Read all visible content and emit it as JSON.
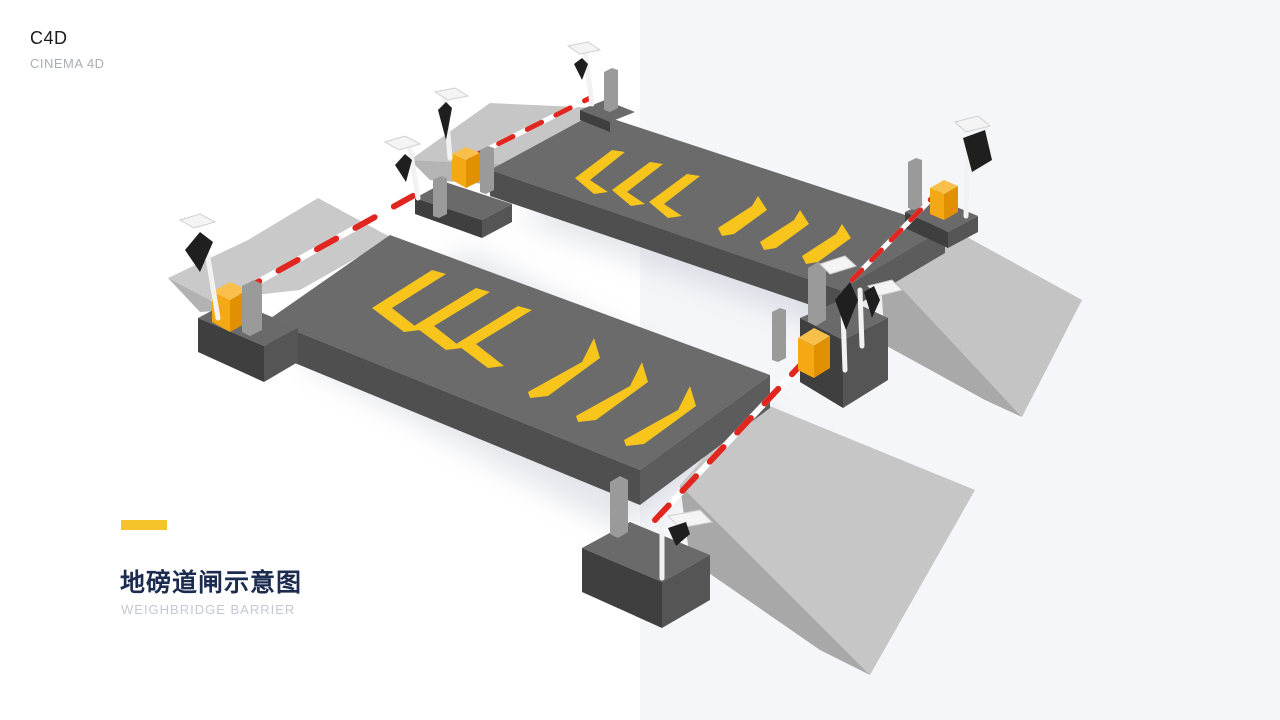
{
  "brand": {
    "title": "C4D",
    "subtitle": "CINEMA 4D"
  },
  "heading": {
    "title": "地磅道闸示意图",
    "subtitle": "WEIGHBRIDGE BARRIER"
  },
  "colors": {
    "accent": "#f5c32a",
    "platform_top": "#6b6b6b",
    "platform_side": "#4e4e4e",
    "ramp": "#c4c4c4",
    "arrow": "#f7c51b",
    "gate_box": "#f4a814",
    "barrier_red": "#e0261e",
    "background_right": "#f5f6f9"
  }
}
